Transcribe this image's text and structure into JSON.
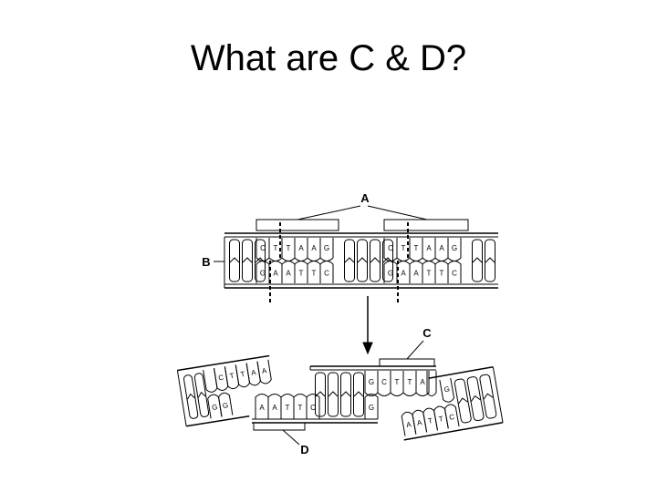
{
  "slide": {
    "title": "What are C & D?"
  },
  "diagram": {
    "labels": {
      "a": "A",
      "b": "B",
      "c": "C",
      "d": "D"
    },
    "top_strand": [
      "C",
      "T",
      "T",
      "A",
      "A",
      "G"
    ],
    "bottom_strand": [
      "G",
      "A",
      "A",
      "T",
      "T",
      "C"
    ],
    "colors": {
      "line": "#000000",
      "background": "#ffffff"
    }
  }
}
